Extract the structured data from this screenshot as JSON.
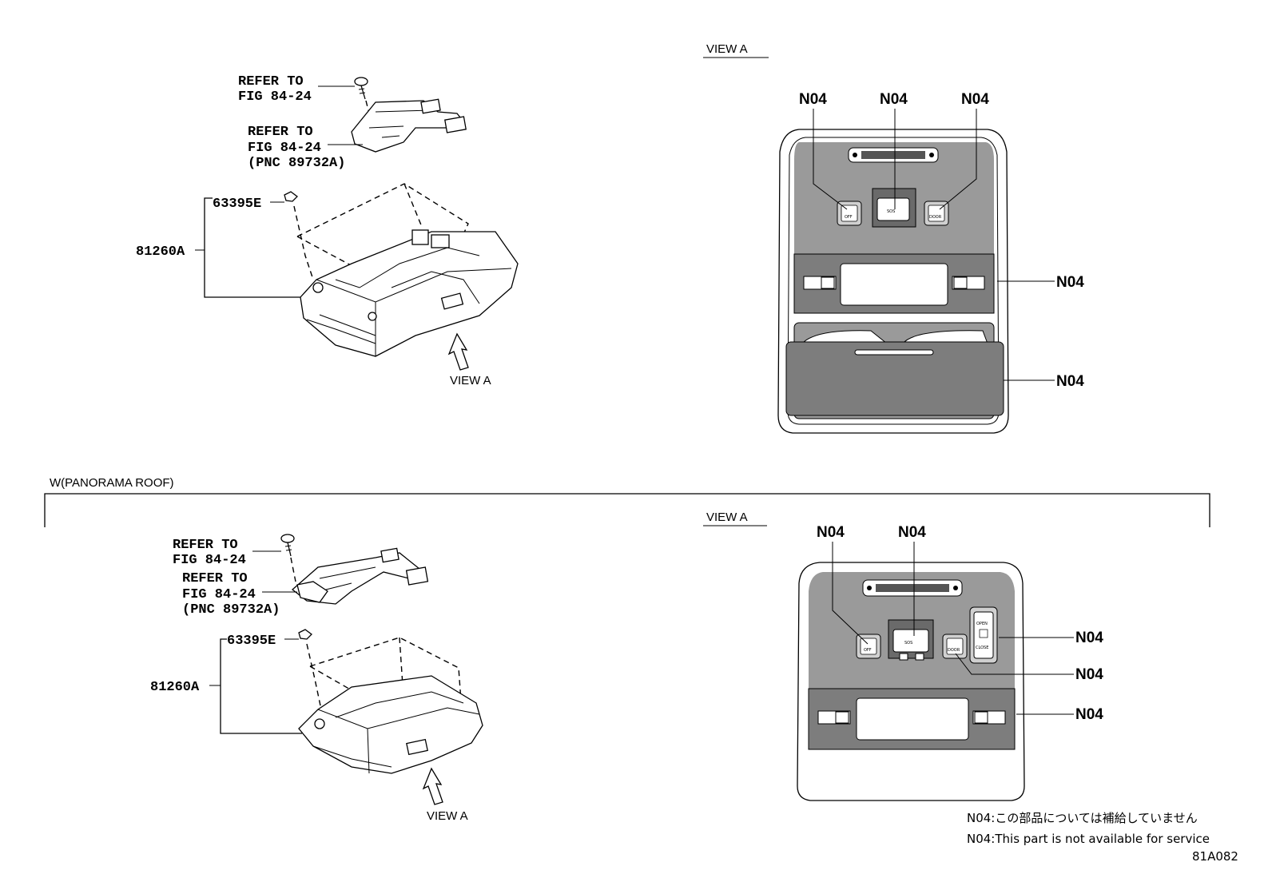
{
  "top": {
    "refer1_line1": "REFER TO",
    "refer1_line2": "FIG 84-24",
    "refer2_line1": "REFER TO",
    "refer2_line2": "FIG 84-24",
    "refer2_line3": "(PNC 89732A)",
    "part_clip": "63395E",
    "part_assy": "81260A",
    "arrow_label": "VIEW A",
    "view_title": "VIEW A",
    "callouts": [
      "N04",
      "N04",
      "N04",
      "N04",
      "N04"
    ],
    "buttons": [
      "OFF",
      "SOS",
      "DOOR"
    ]
  },
  "bottom": {
    "section_title": "W(PANORAMA ROOF)",
    "refer1_line1": "REFER TO",
    "refer1_line2": "FIG 84-24",
    "refer2_line1": "REFER TO",
    "refer2_line2": "FIG 84-24",
    "refer2_line3": "(PNC 89732A)",
    "part_clip": "63395E",
    "part_assy": "81260A",
    "arrow_label": "VIEW A",
    "view_title": "VIEW A",
    "callouts": [
      "N04",
      "N04",
      "N04",
      "N04",
      "N04"
    ],
    "buttons": [
      "OFF",
      "SOS",
      "DOOR"
    ],
    "roof_switch": [
      "OPEN",
      "CLOSE"
    ]
  },
  "notes": {
    "jp": "N04:この部品については補給していません",
    "en": "N04:This part is not available for service"
  },
  "figure_id": "81A082"
}
